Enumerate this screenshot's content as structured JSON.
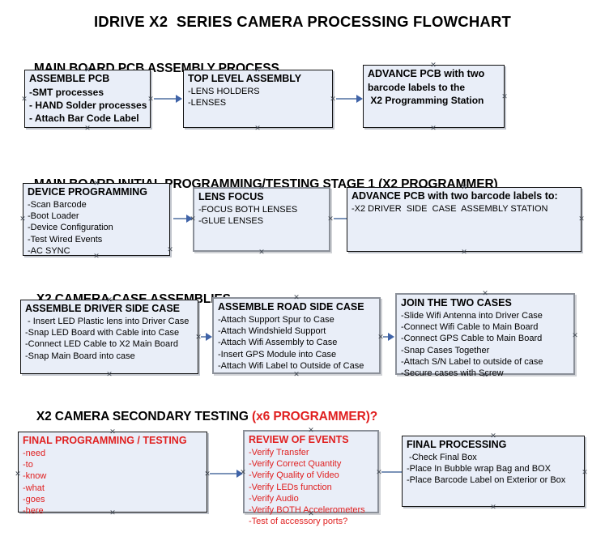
{
  "document": {
    "title": "IDRIVE X2  SERIES CAMERA PROCESSING FLOWCHART"
  },
  "sections": [
    {
      "id": "main-board-pcb-assembly-process",
      "heading": "MAIN BOARD PCB ASSEMBLY PROCESS",
      "heading_accent": "",
      "nodes": [
        {
          "id": "assemble-pcb",
          "title": "ASSEMBLE PCB",
          "lines": [
            "-SMT processes",
            "- HAND Solder processes",
            "- Attach Bar Code Label"
          ]
        },
        {
          "id": "top-level-assembly",
          "title": "TOP LEVEL ASSEMBLY",
          "lines": [
            "-LENS HOLDERS",
            "-LENSES"
          ]
        },
        {
          "id": "advance-pcb-to-x2-programming-station",
          "title": "ADVANCE PCB with two",
          "lines": [
            "barcode labels to the",
            " X2 Programming Station"
          ]
        }
      ]
    },
    {
      "id": "main-board-initial-programming-testing-stage-1",
      "heading": "MAIN BOARD INITIAL PROGRAMMING/TESTING STAGE 1 (X2 PROGRAMMER)",
      "heading_accent": "",
      "nodes": [
        {
          "id": "device-programming",
          "title": "DEVICE PROGRAMMING",
          "lines": [
            "-Scan Barcode",
            "-Boot Loader",
            "-Device Configuration",
            "-Test Wired Events",
            "-AC SYNC"
          ]
        },
        {
          "id": "lens-focus",
          "title": "LENS FOCUS",
          "lines": [
            "-FOCUS BOTH LENSES",
            "-GLUE LENSES"
          ]
        },
        {
          "id": "advance-pcb-to-driver-side-case-assembly",
          "title": "ADVANCE PCB with two barcode labels to:",
          "lines": [
            "-X2 DRIVER  SIDE  CASE  ASSEMBLY STATION"
          ]
        }
      ]
    },
    {
      "id": "x2-camera-case-assemblies",
      "heading": "X2 CAMERA CASE ASSEMBLIES",
      "heading_accent": "",
      "nodes": [
        {
          "id": "assemble-driver-side-case",
          "title": "ASSEMBLE DRIVER SIDE CASE",
          "lines": [
            " - Insert LED Plastic lens into Driver Case",
            "-Snap LED Board with Cable into Case",
            "-Connect LED Cable to X2 Main Board",
            "-Snap Main Board into case"
          ]
        },
        {
          "id": "assemble-road-side-case",
          "title": "ASSEMBLE ROAD SIDE CASE",
          "lines": [
            "-Attach Support Spur to Case",
            "-Attach Windshield Support",
            "-Attach Wifi Assembly to Case",
            "-Insert GPS Module into Case",
            "-Attach Wifi Label to Outside of Case"
          ]
        },
        {
          "id": "join-the-two-cases",
          "title": "JOIN THE TWO CASES",
          "lines": [
            "-Slide Wifi Antenna into Driver Case",
            "-Connect Wifi Cable to Main Board",
            "-Connect GPS Cable to Main Board",
            "-Snap Cases Together",
            "-Attach S/N Label to outside of case",
            "-Secure cases with Screw"
          ]
        }
      ]
    },
    {
      "id": "x2-camera-secondary-testing",
      "heading": "X2 CAMERA SECONDARY TESTING ",
      "heading_accent": "(x6 PROGRAMMER)?",
      "nodes": [
        {
          "id": "final-programming-testing",
          "title": "FINAL PROGRAMMING / TESTING",
          "lines": [
            "-need",
            "-to",
            "-know",
            "-what",
            "-goes",
            "-here"
          ]
        },
        {
          "id": "review-of-events",
          "title": "REVIEW OF EVENTS",
          "lines": [
            "-Verify Transfer",
            "-Verify Correct Quantity",
            "-Verify Quality of Video",
            "-Verify LEDs function",
            "-Verify Audio",
            "-Verify BOTH Accelerometers",
            "-Test of accessory ports?"
          ]
        },
        {
          "id": "final-processing",
          "title": "FINAL PROCESSING",
          "lines": [
            " -Check Final Box",
            "-Place In Bubble wrap Bag and BOX",
            "-Place Barcode Label on Exterior or Box"
          ]
        }
      ]
    }
  ],
  "colors": {
    "node_fill": "#e9eef8",
    "node_border": "#111111",
    "node_border_gray": "#8b9099",
    "arrow": "#7b93b8",
    "arrow_head": "#3f63a8",
    "accent_red": "#e02020",
    "text": "#000000"
  }
}
